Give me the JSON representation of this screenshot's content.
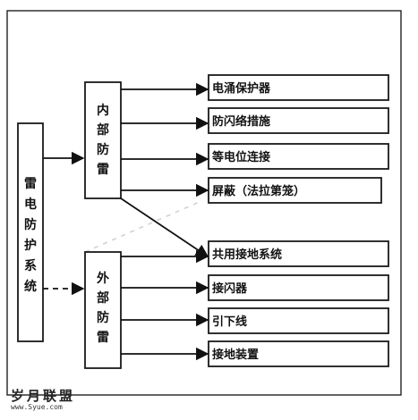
{
  "diagram": {
    "root": [
      "雷",
      "电",
      "防",
      "护",
      "系",
      "统"
    ],
    "inner": [
      "内",
      "部",
      "防",
      "雷"
    ],
    "outer": [
      "外",
      "部",
      "防",
      "雷"
    ],
    "targets": [
      "电涌保护器",
      "防闪络措施",
      "等电位连接",
      "屏蔽（法拉第笼）",
      "共用接地系统",
      "接闪器",
      "引下线",
      "接地装置"
    ]
  },
  "watermark": {
    "main": "岁月联盟",
    "url": "www.Syue.com"
  }
}
